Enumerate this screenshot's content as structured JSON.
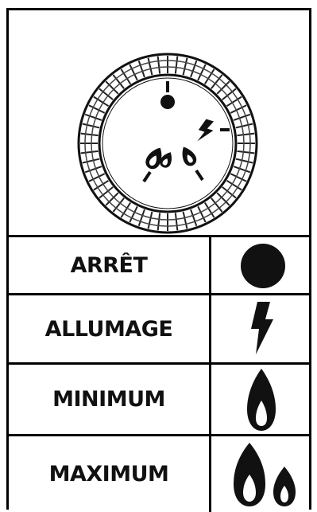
{
  "legend": {
    "rows": [
      {
        "label": "ARRÊT",
        "symbol": "dot-icon"
      },
      {
        "label": "ALLUMAGE",
        "symbol": "lightning-icon"
      },
      {
        "label": "MINIMUM",
        "symbol": "small-flame-icon"
      },
      {
        "label": "MAXIMUM",
        "symbol": "large-flame-icon"
      }
    ]
  },
  "dial": {
    "positions": [
      "dot-icon",
      "lightning-icon",
      "large-flame-icon",
      "small-flame-icon"
    ]
  }
}
